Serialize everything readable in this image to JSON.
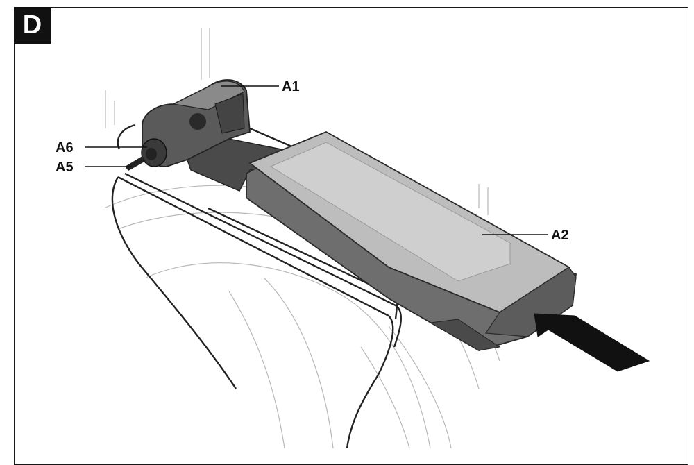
{
  "figure": {
    "letter": "D"
  },
  "callouts": [
    {
      "id": "a1",
      "text": "A1"
    },
    {
      "id": "a2",
      "text": "A2"
    },
    {
      "id": "a5",
      "text": "A5"
    },
    {
      "id": "a6",
      "text": "A6"
    }
  ],
  "colors": {
    "battery_top": "#bdbdbd",
    "battery_body": "#6e6e6e",
    "mount": "#5a5a5a",
    "arrow": "#111111"
  }
}
